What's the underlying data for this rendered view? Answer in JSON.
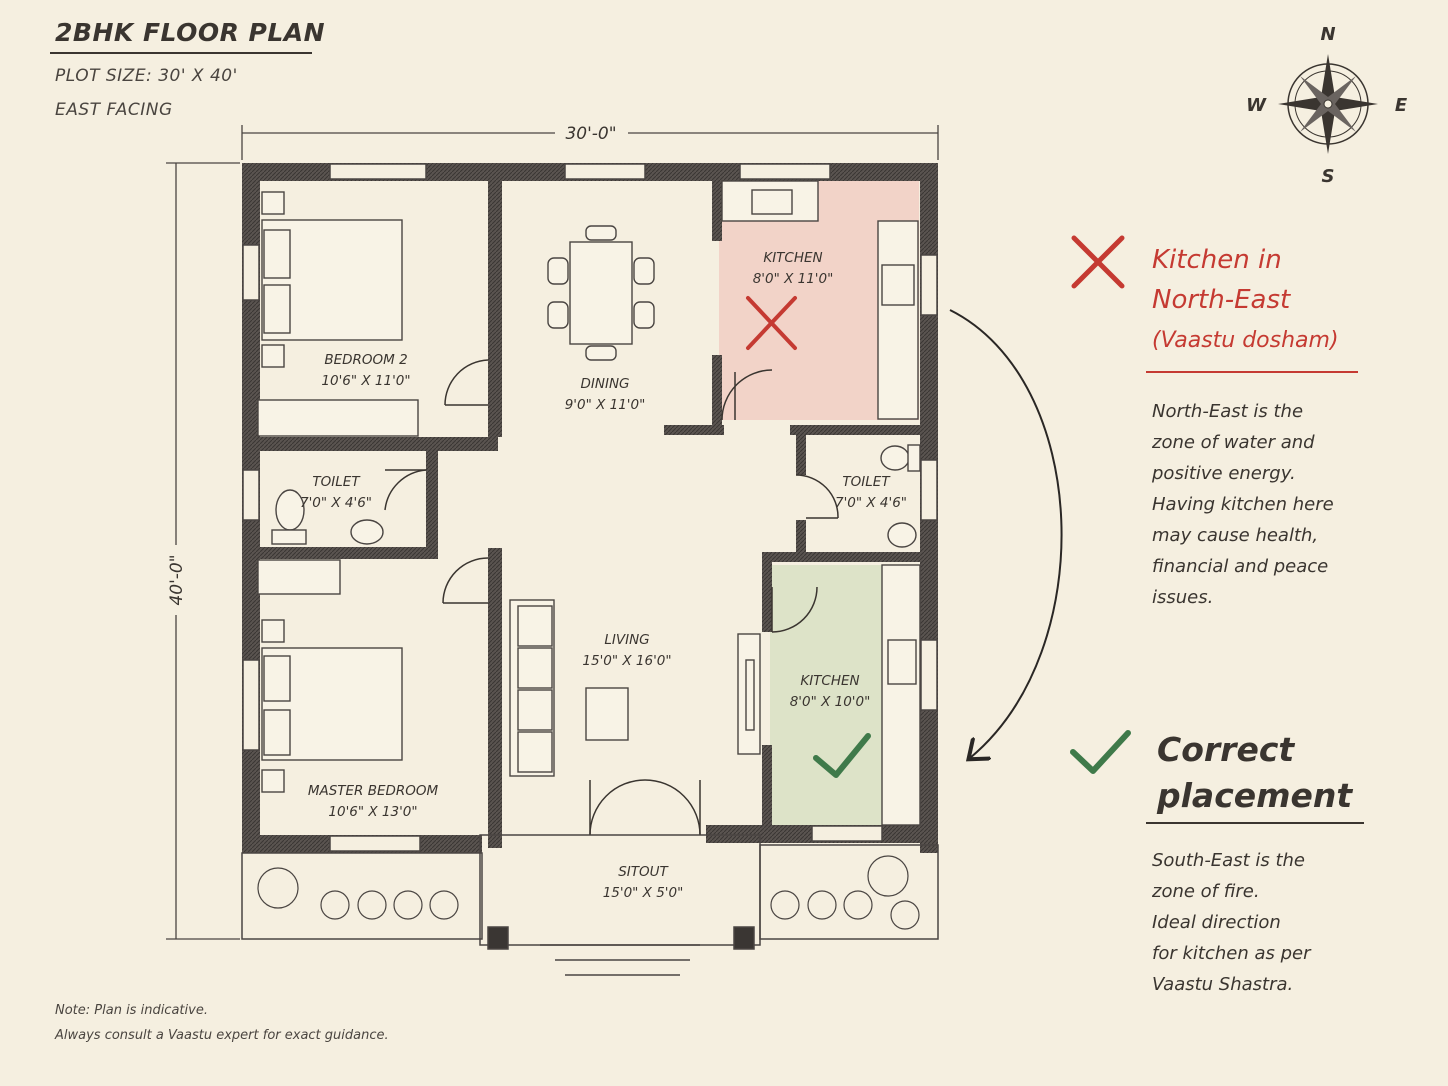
{
  "header": {
    "title": "2BHK FLOOR PLAN",
    "plot_size": "PLOT SIZE:  30' X 40'",
    "facing": "EAST FACING"
  },
  "compass": {
    "north": "N",
    "south": "S",
    "east": "E",
    "west": "W"
  },
  "dimensions": {
    "width": "30'-0\"",
    "height": "40'-0\""
  },
  "rooms": {
    "bedroom2": {
      "name": "BEDROOM 2",
      "size": "10'6\" X 11'0\""
    },
    "dining": {
      "name": "DINING",
      "size": "9'0\" X 11'0\""
    },
    "kitchen_ne": {
      "name": "KITCHEN",
      "size": "8'0\" X 11'0\""
    },
    "toilet_left": {
      "name": "TOILET",
      "size": "7'0\" X 4'6\""
    },
    "toilet_right": {
      "name": "TOILET",
      "size": "7'0\" X 4'6\""
    },
    "living": {
      "name": "LIVING",
      "size": "15'0\" X 16'0\""
    },
    "kitchen_se": {
      "name": "KITCHEN",
      "size": "8'0\" X 10'0\""
    },
    "master": {
      "name": "MASTER BEDROOM",
      "size": "10'6\" X 13'0\""
    },
    "sitout": {
      "name": "SITOUT",
      "size": "15'0\" X 5'0\""
    }
  },
  "wrong": {
    "heading_line1": "Kitchen in",
    "heading_line2": "North-East",
    "heading_line3": "(Vaastu dosham)",
    "body": [
      "North-East is the",
      "zone of water and",
      "positive energy.",
      "Having kitchen here",
      "may cause health,",
      "financial and peace",
      "issues."
    ]
  },
  "right": {
    "heading_line1": "Correct",
    "heading_line2": "placement",
    "body": [
      "South-East is the",
      "zone of fire.",
      "Ideal direction",
      "for kitchen as per",
      "Vaastu Shastra."
    ]
  },
  "footer": {
    "note1": "Note: Plan is indicative.",
    "note2": "Always consult a Vaastu expert for exact guidance."
  },
  "colors": {
    "paper": "#f5efe0",
    "wall": "#4a4542",
    "wrong_zone": "#f2d3c8",
    "correct_zone": "#dde3c8",
    "red": "#c53a32",
    "green": "#3f7a4a"
  }
}
